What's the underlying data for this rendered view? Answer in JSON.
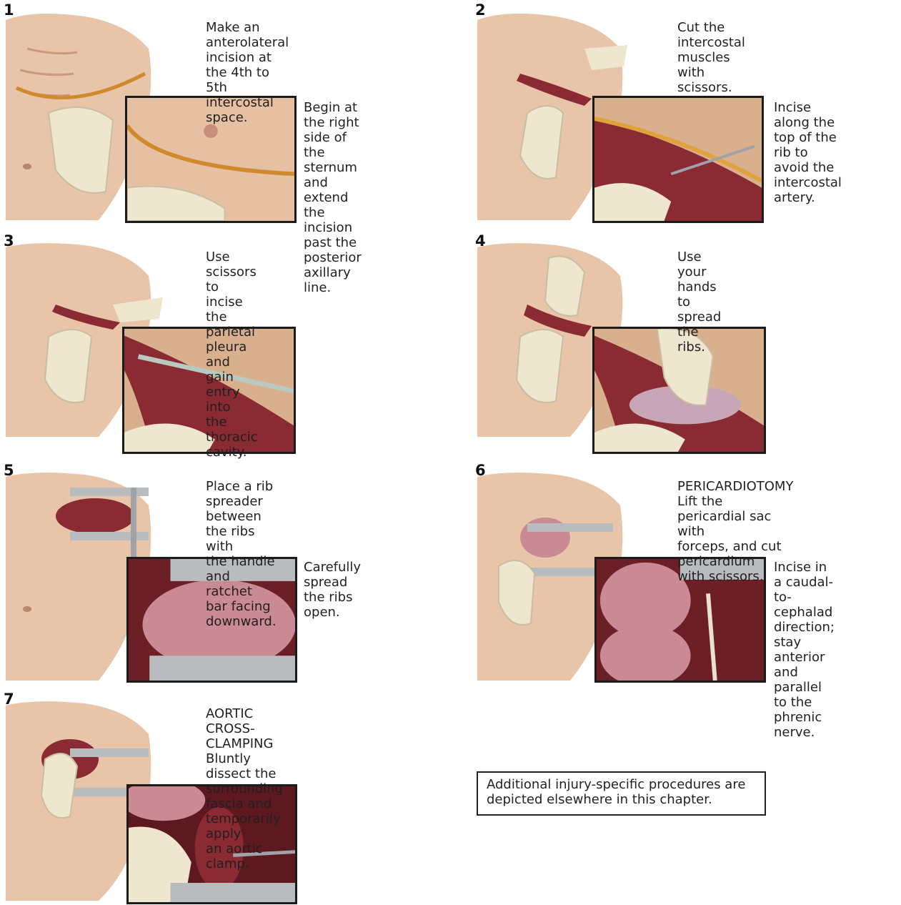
{
  "steps": [
    {
      "number": "1",
      "text": "Make an anterolateral\nincision at the 4th to\n5th intercostal space.",
      "inset_text": "Begin at the right\nside of the sternum\nand extend the\nincision past the\nposterior axillary\nline.",
      "inset_scene": "skin-incision"
    },
    {
      "number": "2",
      "text": "Cut the intercostal\nmuscles with scissors.",
      "inset_text": "Incise along the\ntop of the rib to\navoid the\nintercostal artery.",
      "inset_scene": "muscle-scissors"
    },
    {
      "number": "3",
      "text": "Use scissors to incise\nthe parietal pleura\nand gain entry into\nthe thoracic cavity.",
      "inset_text": "",
      "inset_scene": "pleura-scissors"
    },
    {
      "number": "4",
      "text": "Use your hands\nto spread the ribs.",
      "inset_text": "",
      "inset_scene": "hands-spread"
    },
    {
      "number": "5",
      "text": "Place a rib spreader\nbetween the ribs with\nthe handle and ratchet\nbar facing downward.",
      "inset_text": "Carefully spread\nthe ribs open.",
      "inset_scene": "lung-spreader"
    },
    {
      "number": "6",
      "text": "PERICARDIOTOMY\nLift the pericardial sac with\nforceps, and cut pericardium\nwith scissors.",
      "inset_text": "Incise in a caudal-\nto-cephalad\ndirection; stay\nanterior and\nparallel to the\nphrenic nerve.",
      "inset_scene": "pericardium"
    },
    {
      "number": "7",
      "text": "AORTIC CROSS-CLAMPING\nBluntly dissect the surrounding\nfascia and temporarily apply\nan aortic clamp.",
      "inset_text": "",
      "inset_scene": "aortic-clamp"
    }
  ],
  "note": "Additional injury-specific procedures are\ndepicted elsewhere in this chapter.",
  "colors": {
    "skin": "#e8c4a8",
    "skin_shadow": "#c99a7c",
    "tissue": "#8a2a32",
    "fat": "#e0a33c",
    "glove": "#efe6cf",
    "steel": "#b9bcbf",
    "lung": "#c98a94"
  }
}
